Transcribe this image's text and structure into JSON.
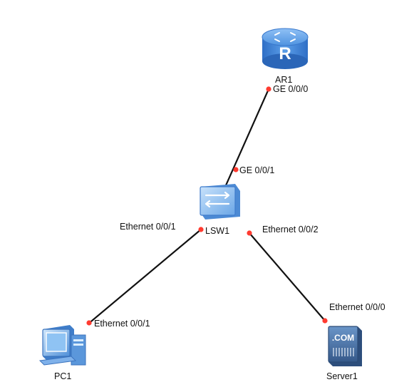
{
  "topology": {
    "devices": {
      "ar1": {
        "name": "AR1",
        "type": "router",
        "icon": "router-icon",
        "badge": "R"
      },
      "lsw1": {
        "name": "LSW1",
        "type": "switch",
        "icon": "switch-icon"
      },
      "pc1": {
        "name": "PC1",
        "type": "pc",
        "icon": "pc-icon"
      },
      "server1": {
        "name": "Server1",
        "type": "server",
        "icon": "server-icon",
        "badge": ".COM"
      }
    },
    "links": [
      {
        "from": "AR1",
        "from_port": "GE 0/0/0",
        "to": "LSW1",
        "to_port": "GE 0/0/1"
      },
      {
        "from": "LSW1",
        "from_port": "Ethernet 0/0/1",
        "to": "PC1",
        "to_port": "Ethernet 0/0/1"
      },
      {
        "from": "LSW1",
        "from_port": "Ethernet 0/0/2",
        "to": "Server1",
        "to_port": "Ethernet 0/0/0"
      }
    ]
  },
  "colors": {
    "device_blue": "#3d7fd6",
    "device_light": "#9cc6f2",
    "port_dot": "#ff3b30",
    "link": "#111111"
  }
}
